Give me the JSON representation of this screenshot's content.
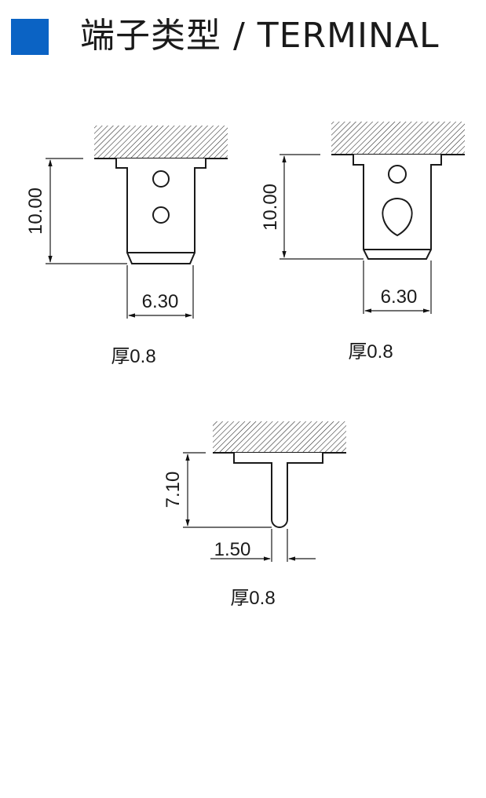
{
  "header": {
    "title": "端子类型 / TERMINAL",
    "accent_color": "#0b63c4"
  },
  "terminals": [
    {
      "height_dim": "10.00",
      "width_dim": "6.30",
      "thickness": "厚0.8"
    },
    {
      "height_dim": "10.00",
      "width_dim": "6.30",
      "thickness": "厚0.8"
    },
    {
      "height_dim": "7.10",
      "width_dim": "1.50",
      "thickness": "厚0.8"
    }
  ]
}
